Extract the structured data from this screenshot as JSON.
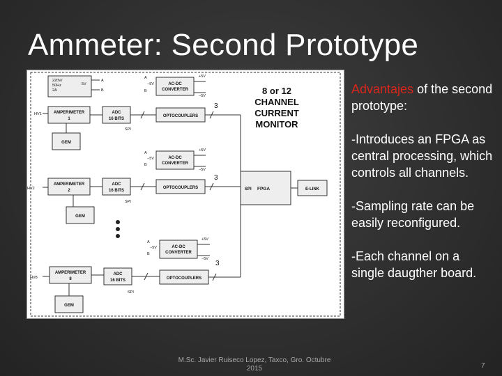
{
  "slide": {
    "title": "Ammeter: Second Prototype",
    "footer": "M.Sc. Javier Ruiseco Lopez, Taxco, Gro. Octubre 2015",
    "page_number": "7",
    "accent_color": "#d9261c"
  },
  "bullets": {
    "intro_accent": "Advantajes",
    "intro_rest": " of the second prototype:",
    "items": [
      "-Introduces an FPGA as central processing, which controls all channels.",
      "-Sampling rate can be easily reconfigured.",
      "-Each channel on a single daugther board."
    ]
  },
  "diagram": {
    "heading": [
      "8 or 12",
      "CHANNEL",
      "CURRENT",
      "MONITOR"
    ],
    "transformer": [
      "220V/",
      "50Hz",
      "2A"
    ],
    "transformer_out": "5V",
    "node_a": "A",
    "node_b": "B",
    "neg5v": "−5V",
    "pos5v": "+5V",
    "acdc": [
      "AC-DC",
      "CONVERTER"
    ],
    "optocouplers": "OPTOCOUPLERS",
    "adc": [
      "ADC",
      "16 BITS"
    ],
    "gem": "GEM",
    "spi": "SPI",
    "bus_width": "3",
    "fpga_spi": "SPI",
    "fpga": "FPGA",
    "elink": "E-LINK",
    "channels": [
      {
        "hv": "HV1",
        "amp": [
          "AMPERIMETER",
          "1"
        ]
      },
      {
        "hv": "HV2",
        "amp": [
          "AMPERIMETER",
          "2"
        ]
      },
      {
        "hv": "HV8",
        "amp": [
          "AMPERIMETER",
          "8"
        ]
      }
    ]
  }
}
